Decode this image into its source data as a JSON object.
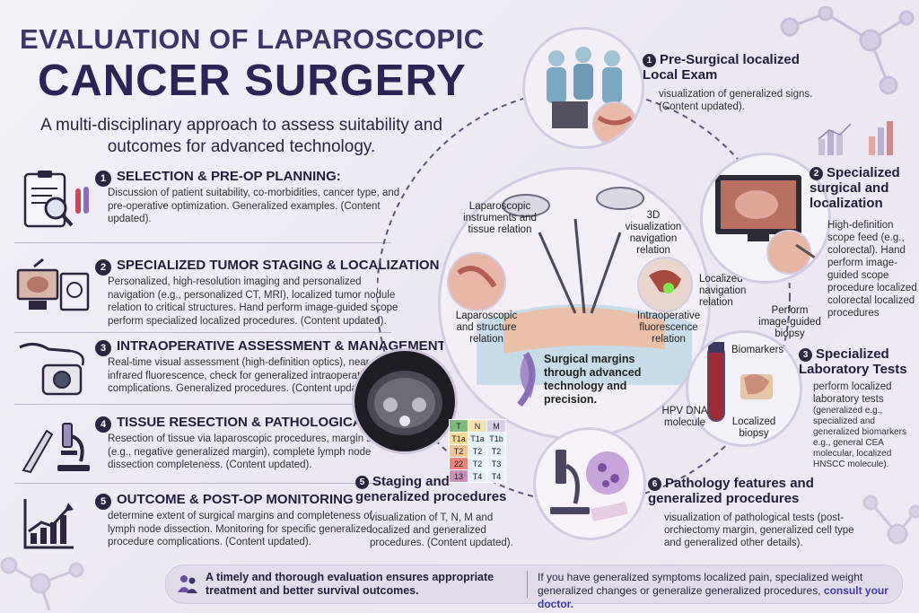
{
  "title": {
    "line1": "EVALUATION OF LAPAROSCOPIC",
    "line2": "CANCER SURGERY",
    "subtitle": "A multi-disciplinary approach to assess suitability and outcomes for advanced technology."
  },
  "steps": [
    {
      "num": "1",
      "heading": "SELECTION & PRE-OP PLANNING:",
      "text": "Discussion of patient suitability, co-morbidities, cancer type, and pre-operative optimization. Generalized examples. (Content updated).",
      "icon": "clipboard-magnifier-icon"
    },
    {
      "num": "2",
      "heading": "SPECIALIZED TUMOR STAGING & LOCALIZATION",
      "text": "Personalized, high-resolution imaging and personalized navigation (e.g., personalized CT, MRI), localized tumor nodule relation to critical structures. Hand perform image-guided scope perform specialized localized procedures. (Content updated).",
      "icon": "imaging-workstation-icon"
    },
    {
      "num": "3",
      "heading": "INTRAOPERATIVE ASSESSMENT & MANAGEMENT",
      "text": "Real-time visual assessment (high-definition optics), near-infrared fluorescence, check for generalized intraoperative complications. Generalized procedures. (Content updated).",
      "icon": "laparoscopic-camera-icon"
    },
    {
      "num": "4",
      "heading": "TISSUE RESECTION & PATHOLOGICAL ANALYSIS",
      "text": "Resection of tissue via laparoscopic procedures, margin status (e.g., negative generalized margin), complete lymph node dissection completeness. (Content updated).",
      "icon": "scalpel-microscope-icon"
    },
    {
      "num": "5",
      "heading": "OUTCOME & POST-OP MONITORING",
      "text": "determine extent of surgical margins and completeness of lymph node dissection. Monitoring for specific generalized procedure complications. (Content updated).",
      "icon": "trend-chart-icon"
    }
  ],
  "center": {
    "labels": {
      "instruments": "Laparoscopic instruments and tissue relation",
      "viz3d": "3D visualization navigation relation",
      "localized_nav": "Localized navigation relation",
      "structure": "Laparoscopic and structure relation",
      "fluorescence": "Intraoperative fluorescence relation"
    },
    "margins": "Surgical margins through advanced technology and precision."
  },
  "right_panels": {
    "p1": {
      "num": "1",
      "heading": "Pre-Surgical localized Local Exam",
      "text": "visualization of generalized signs. (Content updated)."
    },
    "p2": {
      "num": "2",
      "heading": "Specialized surgical and localization",
      "text": "High-definition scope feed (e.g., colorectal). Hand perform image-guided scope procedure localized colorectal localized procedures",
      "caption": "Perform image-guided biopsy"
    },
    "p3": {
      "num": "3",
      "heading": "Specialized Laboratory Tests",
      "text": "perform localized laboratory tests",
      "sub": "(generalized e.g., specialized and generalized biomarkers e.g., general CEA molecular, localized HNSCC molecule).",
      "lbl_biomarkers": "Biomarkers",
      "lbl_hpv": "HPV DNA molecule",
      "lbl_biopsy": "Localized biopsy"
    },
    "p5": {
      "num": "5",
      "heading": "Staging and generalized procedures",
      "text": "visualization of T, N, M and localized and generalized procedures. (Content updated)."
    },
    "p6": {
      "num": "6",
      "heading": "Pathology features and generalized procedures",
      "text": "visualization of pathological tests (post-orchiectomy margin, generalized cell type and generalized other details)."
    }
  },
  "tnm_table": {
    "header": [
      "T",
      "N",
      "M"
    ],
    "rows": [
      [
        "T1a",
        "T1a",
        "T1b"
      ],
      [
        "T2",
        "T2",
        "T2"
      ],
      [
        "22",
        "T2",
        "T3"
      ],
      [
        "13",
        "T4",
        "T4"
      ]
    ]
  },
  "footer": {
    "left": "A timely and thorough evaluation ensures appropriate treatment and better survival outcomes.",
    "right_prefix": "If you have generalized symptoms localized pain, specialized weight generalized changes or generalize generalized procedures,",
    "right_link": "consult your doctor."
  },
  "colors": {
    "accent": "#2d2356",
    "circle_border": "#d3cbe0",
    "ribbon": "#a58cc9",
    "fluorescence": "#7ee84a"
  }
}
